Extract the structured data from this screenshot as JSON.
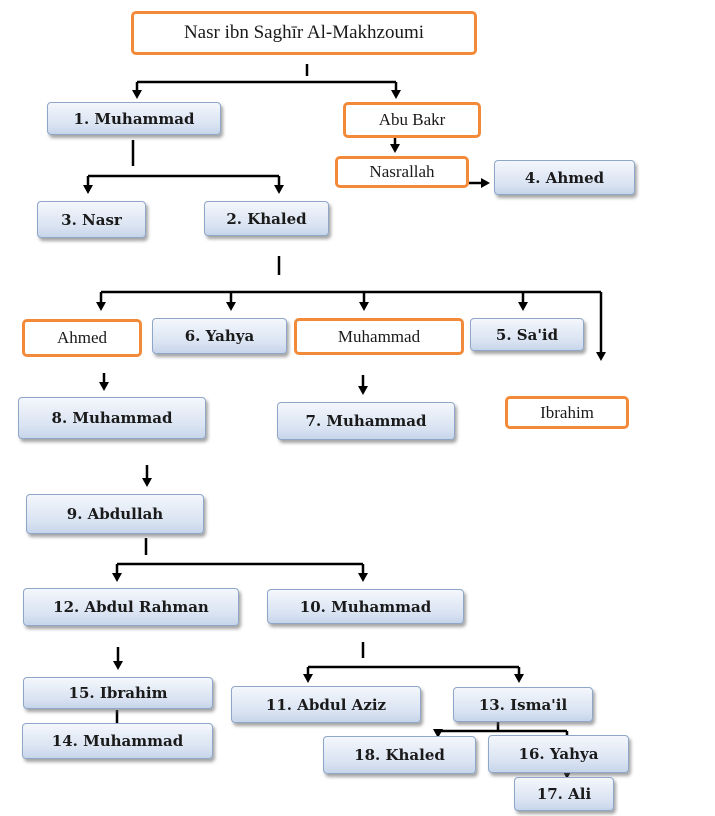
{
  "nodes": {
    "root": "Nasr ibn Saghīr Al-Makhzoumi",
    "n1": "1. Muhammad",
    "abu_bakr": "Abu Bakr",
    "nasrallah": "Nasrallah",
    "n4": "4. Ahmed",
    "n3": "3. Nasr",
    "n2": "2. Khaled",
    "ahmed": "Ahmed",
    "n6": "6. Yahya",
    "muhammad": "Muhammad",
    "n5": "5. Sa'id",
    "ibrahim": "Ibrahim",
    "n8": "8. Muhammad",
    "n7": "7. Muhammad",
    "n9": "9. Abdullah",
    "n12": "12. Abdul Rahman",
    "n10": "10. Muhammad",
    "n15": "15. Ibrahim",
    "n14": "14. Muhammad",
    "n11": "11. Abdul Aziz",
    "n13": "13. Isma'il",
    "n18": "18. Khaled",
    "n16": "16. Yahya",
    "n17": "17. Ali"
  },
  "style": {
    "highlight_border": "#f28a3a",
    "box_fill": "#d9e3f2",
    "line_color": "#000000"
  }
}
